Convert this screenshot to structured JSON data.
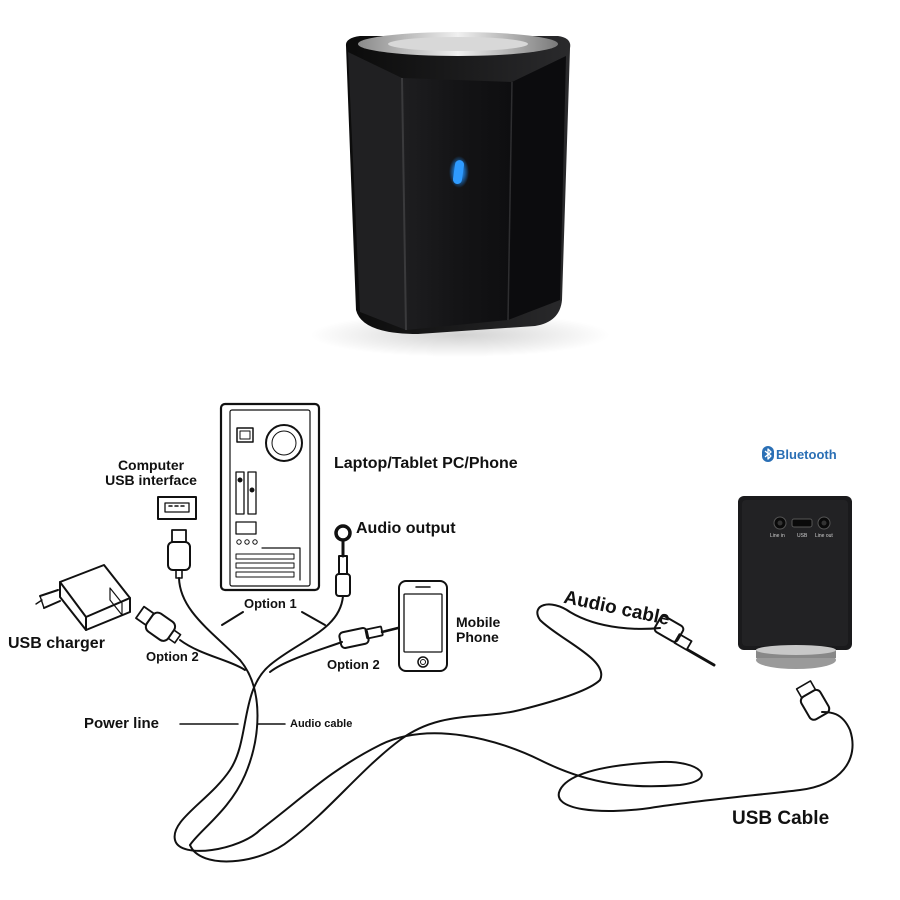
{
  "labels": {
    "computer_usb_line1": "Computer",
    "computer_usb_line2": "USB interface",
    "laptop": "Laptop/Tablet PC/Phone",
    "audio_output": "Audio output",
    "option1": "Option 1",
    "usb_charger": "USB charger",
    "option2_left": "Option 2",
    "option2_right": "Option 2",
    "mobile_line1": "Mobile",
    "mobile_line2": "Phone",
    "power_line": "Power line",
    "audio_cable_small": "Audio cable",
    "audio_cable_big": "Audio cable",
    "usb_cable": "USB Cable",
    "bluetooth": "Bluetooth"
  },
  "device_ports": [
    "Line in",
    "USB",
    "Line out"
  ],
  "colors": {
    "device": "#1c1c1e",
    "led": "#1e90ff",
    "bluetooth": "#2a6fb5",
    "line": "#111111"
  },
  "icons": [
    "bluetooth-icon",
    "usb-plug-icon",
    "audio-jack-icon",
    "phone-icon",
    "pc-tower-icon",
    "charger-icon"
  ]
}
